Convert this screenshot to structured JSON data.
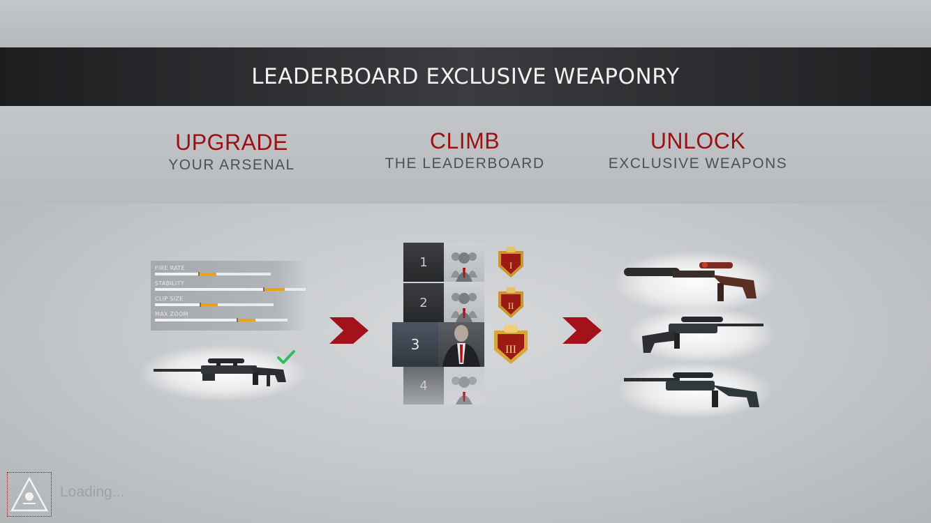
{
  "header": {
    "title": "LEADERBOARD EXCLUSIVE WEAPONRY"
  },
  "steps": [
    {
      "title": "UPGRADE",
      "subtitle": "YOUR ARSENAL"
    },
    {
      "title": "CLIMB",
      "subtitle": "THE LEADERBOARD"
    },
    {
      "title": "UNLOCK",
      "subtitle": "EXCLUSIVE WEAPONS"
    }
  ],
  "stats": [
    {
      "label": "FIRE RATE",
      "base": 0.38,
      "boost": 0.15
    },
    {
      "label": "STABILITY",
      "base": 0.72,
      "boost": 0.14
    },
    {
      "label": "CLIP SIZE",
      "base": 0.38,
      "boost": 0.15
    },
    {
      "label": "MAX ZOOM",
      "base": 0.62,
      "boost": 0.14
    }
  ],
  "leaderboard": {
    "rows": [
      {
        "rank": "1",
        "badge": "I"
      },
      {
        "rank": "2",
        "badge": "II"
      },
      {
        "rank": "3",
        "badge": "III"
      },
      {
        "rank": "4",
        "badge": ""
      }
    ],
    "highlighted_rank": "3"
  },
  "colors": {
    "accent_red": "#9b1010",
    "stat_boost": "#e8a417",
    "check_green": "#2fbf5a"
  },
  "icons": [
    "check-icon",
    "chevron-right-icon",
    "rank-badge-icon",
    "avatar-silhouette-icon",
    "hitman-logo-icon"
  ],
  "footer": {
    "loading_text": "Loading..."
  }
}
